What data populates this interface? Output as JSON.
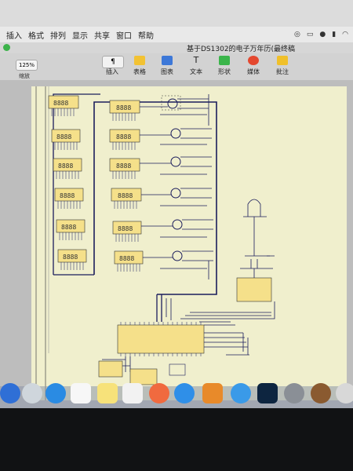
{
  "menu": {
    "items": [
      "插入",
      "格式",
      "排列",
      "显示",
      "共享",
      "窗口",
      "帮助"
    ],
    "status_icons": [
      "cc-icon",
      "cast-icon",
      "user-icon",
      "battery-icon",
      "wifi-icon"
    ]
  },
  "window": {
    "title": "基于DS1302的电子万年历(最终稿",
    "zoom_value": "125%",
    "zoom_label": "缩放"
  },
  "toolbar": {
    "format_label": "¶",
    "items": [
      {
        "label": "插入",
        "icon": "insert-icon",
        "color": "#f0b400"
      },
      {
        "label": "表格",
        "icon": "table-icon",
        "color": "#f2c233"
      },
      {
        "label": "图表",
        "icon": "chart-icon",
        "color": "#3d78d8"
      },
      {
        "label": "文本",
        "icon": "text-icon",
        "color": "#555555"
      },
      {
        "label": "形状",
        "icon": "shape-icon",
        "color": "#3ab54a"
      },
      {
        "label": "媒体",
        "icon": "media-icon",
        "color": "#e4482f"
      },
      {
        "label": "批注",
        "icon": "comment-icon",
        "color": "#f0c02a"
      }
    ]
  },
  "schematic": {
    "display_chips": [
      "8888",
      "8888",
      "8888",
      "8888",
      "8888",
      "8888",
      "8888",
      "8888",
      "8888",
      "8888",
      "8888",
      "8888"
    ],
    "colors": {
      "paper": "#f0efcd",
      "wire": "#1b1d5c",
      "chip": "#f5e08a"
    }
  },
  "dock": {
    "apps": [
      "finder-icon",
      "launchpad-icon",
      "safari-icon",
      "calendar-icon",
      "notes-icon",
      "reminders-icon",
      "photos-icon",
      "appstore-icon",
      "sublime-icon",
      "trash-icon",
      "messages-icon",
      "photoshop-icon",
      "settings-icon",
      "game-icon"
    ]
  }
}
